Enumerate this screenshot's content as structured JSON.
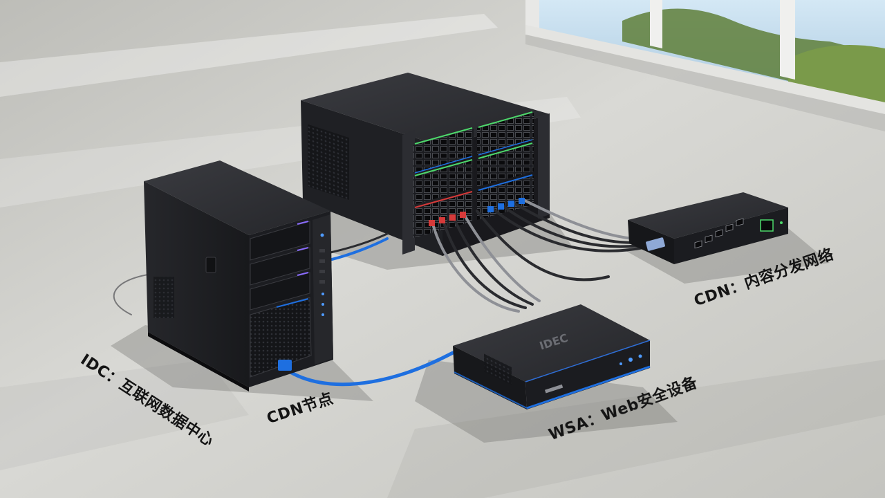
{
  "labels": {
    "idc": "IDC：互联网数据中心",
    "cdn_node": "CDN节点",
    "wsa": "WSA：Web安全设备",
    "cdn": "CDN：内容分发网络"
  },
  "device_marks": {
    "wsa_logo": "IDEC"
  },
  "colors": {
    "floor": "#d6d6d2",
    "device_body": "#1e1f22",
    "device_dark": "#121316",
    "accent_blue": "#1e6fe0",
    "led_green": "#4dd96b",
    "cable_red": "#d63a3a",
    "sky": "#bcd9ee",
    "trees": "#5f7f3a"
  }
}
